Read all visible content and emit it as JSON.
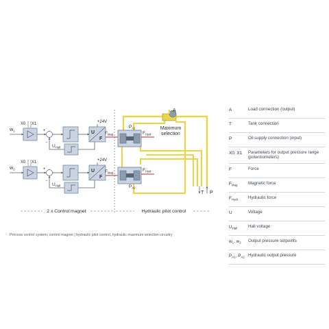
{
  "diagram": {
    "channel1": {
      "input_label": "w",
      "input_sub": "1",
      "x0": "X0",
      "x1": "X1",
      "supply": "+24V",
      "u_main": "U",
      "u_sub": "Hall",
      "f_mag": "F",
      "f_mag_sub": "Mag",
      "f_hydr": "F",
      "f_hydr_sub": "Hydr",
      "p": "P",
      "p_sub": "A1",
      "block_u": "U",
      "block_f": "F",
      "plus": "+",
      "minus": "−"
    },
    "channel2": {
      "input_label": "w",
      "input_sub": "2",
      "x0": "X0",
      "x1": "X1",
      "supply": "+24V",
      "u_main": "U",
      "u_sub": "Hall",
      "f_mag": "F",
      "f_mag_sub": "Mag",
      "f_hydr": "F",
      "f_hydr_sub": "Hydr",
      "p": "P",
      "p_sub": "A2",
      "block_u": "U",
      "block_f": "F",
      "plus": "+",
      "minus": "−"
    },
    "port_a": "A",
    "max_selection_line1": "Maximum",
    "max_selection_line2": "selection",
    "port_t": "T",
    "port_p": "P",
    "section_left": "2 x Control magnet",
    "section_right": "Hydraulic pilot control"
  },
  "legend": [
    {
      "sym": "A",
      "sym_sub": "",
      "sym2": "",
      "sym2_sub": "",
      "desc": "Load connection (output)"
    },
    {
      "sym": "T",
      "sym_sub": "",
      "sym2": "",
      "sym2_sub": "",
      "desc": "Tank connection"
    },
    {
      "sym": "P",
      "sym_sub": "",
      "sym2": "",
      "sym2_sub": "",
      "desc": "Oil supply connection (input)"
    },
    {
      "sym": "X0, X1",
      "sym_sub": "",
      "sym2": "",
      "sym2_sub": "",
      "desc": "Parameters for output pressure range (potentiometers)"
    },
    {
      "sym": "F",
      "sym_sub": "",
      "sym2": "",
      "sym2_sub": "",
      "desc": "Force"
    },
    {
      "sym": "F",
      "sym_sub": "Mag",
      "sym2": "",
      "sym2_sub": "",
      "desc": "Magnetic force"
    },
    {
      "sym": "F",
      "sym_sub": "Hydr",
      "sym2": "",
      "sym2_sub": "",
      "desc": "Hydraulic force"
    },
    {
      "sym": "U",
      "sym_sub": "",
      "sym2": "",
      "sym2_sub": "",
      "desc": "Voltage"
    },
    {
      "sym": "U",
      "sym_sub": "Hall",
      "sym2": "",
      "sym2_sub": "",
      "desc": "Hall voltage"
    },
    {
      "sym": "w",
      "sym_sub": "1",
      "sym2": ", w",
      "sym2_sub": "2",
      "desc": "Output pressure setpoints"
    },
    {
      "sym": "P",
      "sym_sub": "A1",
      "sym2": ", P",
      "sym2_sub": "A2",
      "desc": "Hydraulic output pressure"
    }
  ],
  "caption": "Process control system; control magnet | hydraulic pilot control, hydraulic maximum selection circuitry",
  "colors": {
    "block_fill": "#c9d3e2",
    "block_stroke": "#6c7c93",
    "wire": "#55606b",
    "hydraulic": "#e9d44a",
    "red_force": "#d6203a",
    "valve_body": "#8c9bb0"
  }
}
